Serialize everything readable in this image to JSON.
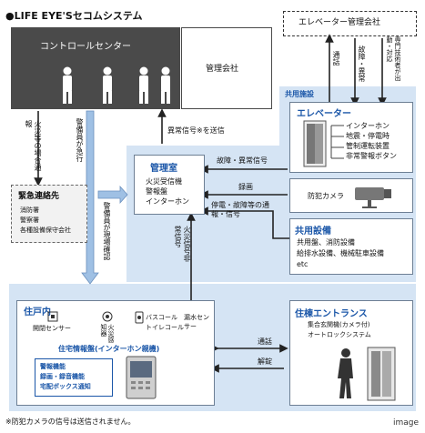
{
  "title": "●LIFE EYE'Sセコムシステム",
  "control_center": {
    "label": "コントロールセンター"
  },
  "management_company": {
    "label": "管理会社"
  },
  "elevator_company": {
    "label": "エレベーター管理会社"
  },
  "elevator_company_arrows": {
    "left": "通話",
    "middle": "故障・異常",
    "right": "専門技術者が出動・対応"
  },
  "common_facilities": {
    "label": "共用施設"
  },
  "elevator": {
    "label": "エレベーター",
    "items": [
      "インターホン",
      "地震・停電時",
      "管制運転装置",
      "非常警報ボタン"
    ]
  },
  "camera": {
    "label": "防犯カメラ"
  },
  "common_equipment": {
    "label": "共用設備",
    "lines": [
      "共用盤、消防設備",
      "給排水設備、機械駐車設備",
      "etc"
    ]
  },
  "kanrishitsu": {
    "label": "管理室",
    "lines": [
      "火災受信機",
      "警報盤",
      "インターホン"
    ]
  },
  "flows": {
    "anomaly_signal": "異常信号※を送信",
    "fault_signal": "故障・異常信号",
    "recording": "録画",
    "comm_signal": "停電・故障等の通報・信号",
    "fire_report": "火災等の場合通報",
    "guard_rush": "警備員が急行",
    "guard_confirm": "警備員が現場確認",
    "fire_emergency_signal": "火災信号非常信号",
    "call": "通話",
    "unlock": "解錠"
  },
  "emergency_contact": {
    "label": "緊急連絡先",
    "items": [
      "消防署",
      "警察署",
      "各種設備保守会社"
    ]
  },
  "dwelling": {
    "label": "住戸内",
    "sensors": [
      "開閉センサー",
      "火災感知器",
      "バスコール",
      "トイレコール",
      "漏水センサー"
    ],
    "intercom_title": "住宅情報盤(インターホン親機)",
    "functions": [
      "警報機能",
      "録画・録音機能",
      "宅配ボックス通知"
    ]
  },
  "entrance": {
    "label": "住棟エントランス",
    "lines": [
      "集合玄関機(カメラ付)",
      "オートロックシステム"
    ]
  },
  "footnote": "※防犯カメラの信号は送信されません。",
  "watermark": "image",
  "colors": {
    "accent": "#1a56a8",
    "panel": "#d5e4f4",
    "dark_box": "#4a4a4a",
    "arrow": "#222222"
  }
}
